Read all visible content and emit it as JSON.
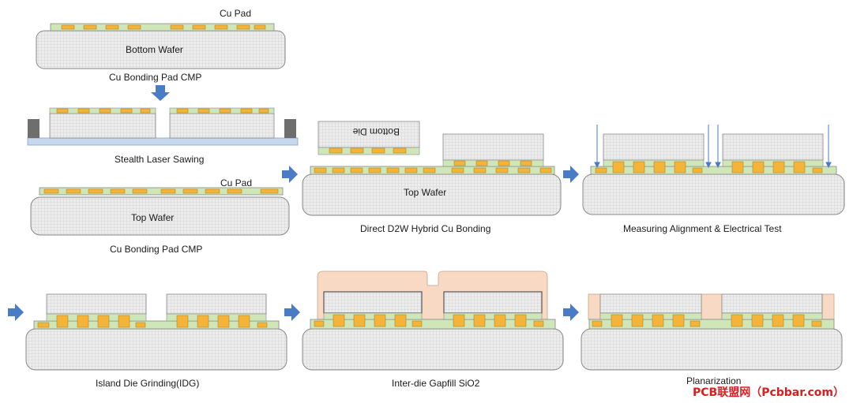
{
  "labels": {
    "cu_pad_1": "Cu Pad",
    "bottom_wafer": "Bottom Wafer",
    "cu_cmp_1": "Cu Bonding Pad CMP",
    "stealth": "Stealth Laser Sawing",
    "cu_pad_2": "Cu Pad",
    "top_wafer_1": "Top Wafer",
    "cu_cmp_2": "Cu Bonding Pad CMP",
    "bottom_die": "Bottom Die",
    "top_wafer_2": "Top Wafer",
    "d2w": "Direct D2W Hybrid Cu Bonding",
    "measuring": "Measuring Alignment & Electrical Test",
    "idg": "Island Die Grinding(IDG)",
    "gapfill": "Inter-die Gapfill SiO2",
    "planarization": "Planarization"
  },
  "watermark": "PCB联盟网（Pcbbar.com）",
  "colors": {
    "substrate": "#ececec",
    "grid": "#c9c9c9",
    "pad": "#f4b43a",
    "dielectric": "#cfe6b8",
    "tape": "#c5d8ee",
    "oxide": "#f7d9c4",
    "arrow": "#4a7cc6",
    "frame": "#7a7a7a",
    "watermark": "#d81e1e"
  }
}
